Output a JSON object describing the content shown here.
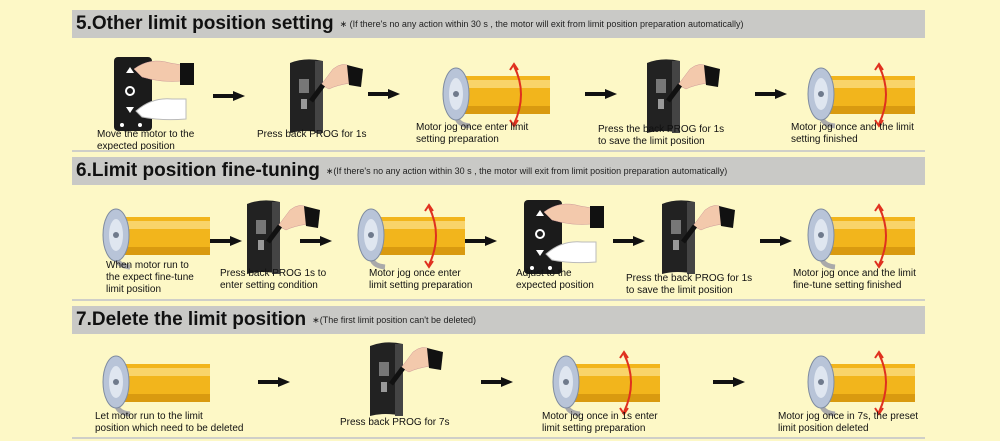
{
  "sections": [
    {
      "title": "5.Other limit position setting",
      "note": "∗ (If there's no any action within 30 s , the motor will exit from limit position preparation automatically)",
      "steps": [
        "Move the motor to the\nexpected position",
        "Press back PROG for 1s",
        "Motor jog once enter limit\nsetting preparation",
        "Press the back PROG for 1s\nto save the limit position",
        "Motor jog once and the limit\nsetting finished"
      ]
    },
    {
      "title": "6.Limit position fine-tuning",
      "note": "∗(If there's no any action within 30 s , the motor will exit from limit position preparation automatically)",
      "steps": [
        "When motor run to\nthe expect fine-tune\nlimit position",
        "Press back PROG 1s to\nenter setting condition",
        "Motor jog once enter\nlimit setting preparation",
        "Adjust to the\nexpected position",
        "Press the back PROG for 1s\nto save the limit position",
        "Motor jog once and the limit\nfine-tune setting finished"
      ]
    },
    {
      "title": "7.Delete the limit position",
      "note": "∗(The first limit position can't be deleted)",
      "steps": [
        "  Let  motor run to the limit\nposition which need to be deleted",
        "Press back PROG for 7s",
        "Motor jog once in 1s enter\nlimit setting preparation",
        "Motor jog once in 7s,  the preset\nlimit position deleted"
      ]
    }
  ],
  "colors": {
    "background": "#fdf8c6",
    "header": "#c9c9c6",
    "tube": "#f2b51c",
    "arc": "#e0301e"
  }
}
